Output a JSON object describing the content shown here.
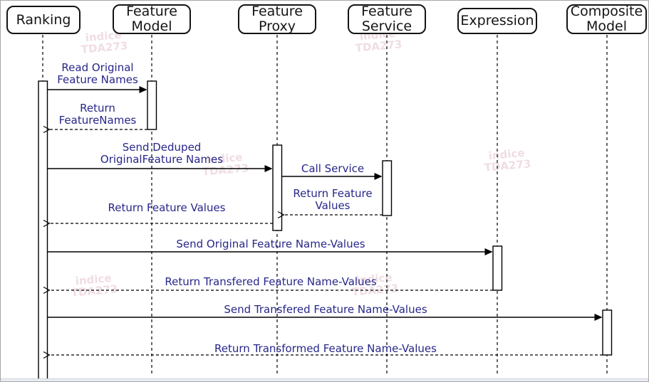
{
  "diagram": {
    "type": "uml-sequence-diagram",
    "colors": {
      "message_text": "#27278a",
      "line": "#000000",
      "box_border": "#141414",
      "box_fill": "#ffffff",
      "watermark": "#f0dde3"
    },
    "participants": [
      {
        "name": "Ranking"
      },
      {
        "name": "Feature\nModel"
      },
      {
        "name": "Feature\nProxy"
      },
      {
        "name": "Feature\nService"
      },
      {
        "name": "Expression"
      },
      {
        "name": "Composite\nModel"
      }
    ],
    "messages": [
      {
        "label": "Read Original\nFeature Names",
        "from": "Ranking",
        "to": "Feature Model",
        "kind": "call"
      },
      {
        "label": "Return\nFeatureNames",
        "from": "Feature Model",
        "to": "Ranking",
        "kind": "return"
      },
      {
        "label": "Send Deduped\nOriginalFeature Names",
        "from": "Ranking",
        "to": "Feature Proxy",
        "kind": "call"
      },
      {
        "label": "Call Service",
        "from": "Feature Proxy",
        "to": "Feature Service",
        "kind": "call"
      },
      {
        "label": "Return Feature\nValues",
        "from": "Feature Service",
        "to": "Feature Proxy",
        "kind": "return"
      },
      {
        "label": "Return Feature Values",
        "from": "Feature Proxy",
        "to": "Ranking",
        "kind": "return"
      },
      {
        "label": "Send Original Feature Name-Values",
        "from": "Ranking",
        "to": "Expression",
        "kind": "call"
      },
      {
        "label": "Return Transfered Feature Name-Values",
        "from": "Expression",
        "to": "Ranking",
        "kind": "return"
      },
      {
        "label": "Send  Transfered Feature Name-Values",
        "from": "Ranking",
        "to": "Composite Model",
        "kind": "call"
      },
      {
        "label": "Return Transformed Feature Name-Values",
        "from": "Composite Model",
        "to": "Ranking",
        "kind": "return"
      }
    ],
    "watermark_text": "indice\nTDA273"
  }
}
